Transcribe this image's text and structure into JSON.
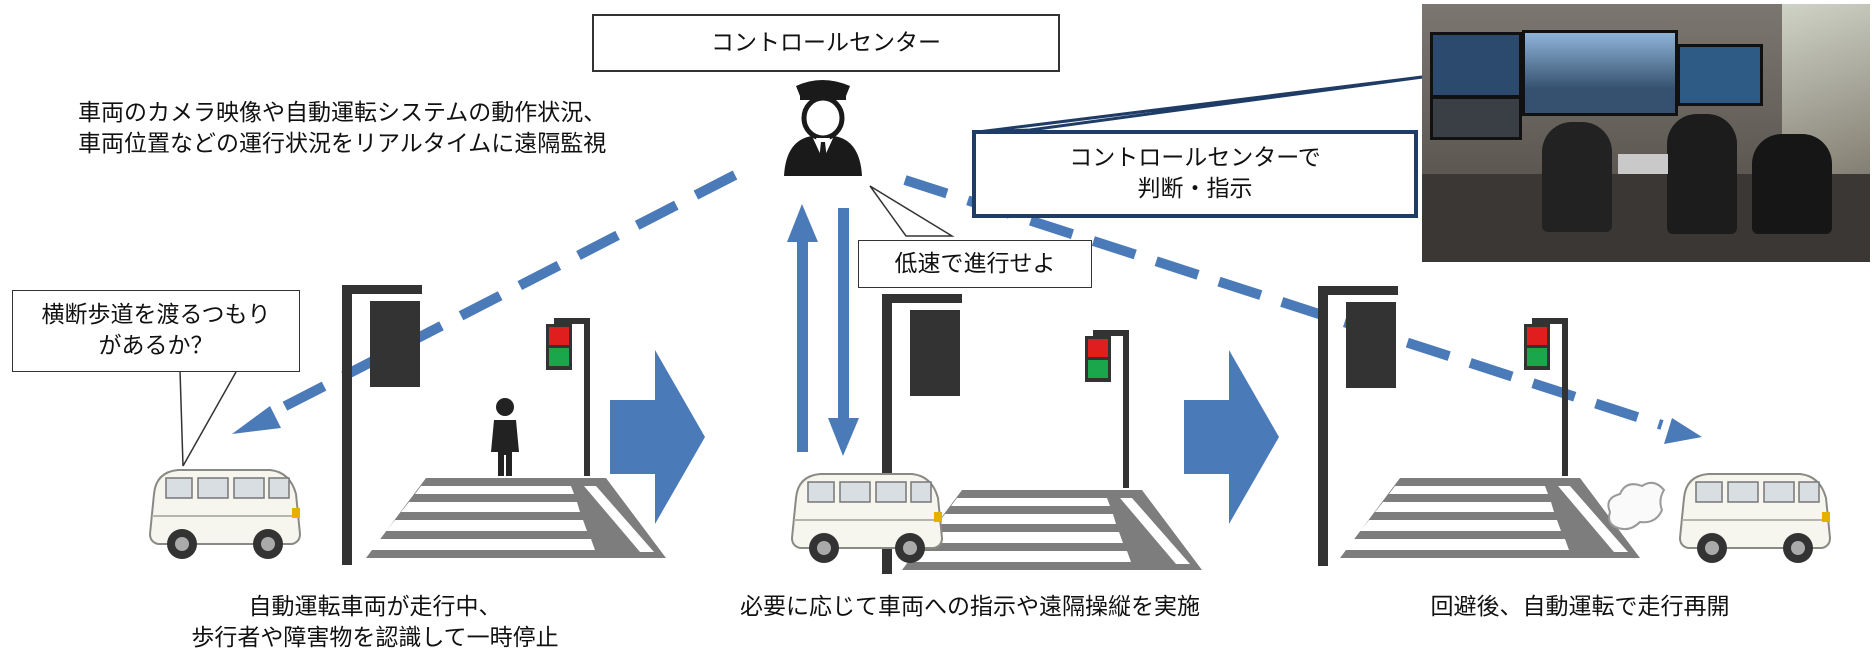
{
  "control_center": {
    "title": "コントロールセンター",
    "monitoring_lines": [
      "車両のカメラ映像や自動運転システムの動作状況、",
      "車両位置などの運行状況をリアルタイムに遠隔監視"
    ],
    "judgement_lines": [
      "コントロールセンターで",
      "判断・指示"
    ],
    "instruction": "低速で進行せよ"
  },
  "scene_left": {
    "question_lines": [
      "横断歩道を渡るつもり",
      "があるか？"
    ],
    "caption_lines": [
      "自動運転車両が走行中、",
      "歩行者や障害物を認識して一時停止"
    ]
  },
  "scene_middle": {
    "caption": "必要に応じて車両への指示や遠隔操縦を実施"
  },
  "scene_right": {
    "caption": "回避後、自動運転で走行再開"
  },
  "colors": {
    "accent_blue": "#4a7ab8",
    "callout_border": "#1f3c66",
    "signal_red": "#e01e1e",
    "signal_green": "#1aa64b",
    "pole": "#333333",
    "van_body": "#f7f6ee"
  },
  "icons": [
    "operator-icon",
    "pedestrian-icon",
    "van-icon",
    "traffic-light-icon",
    "crosswalk",
    "exhaust-cloud-icon",
    "process-arrow-icon"
  ]
}
